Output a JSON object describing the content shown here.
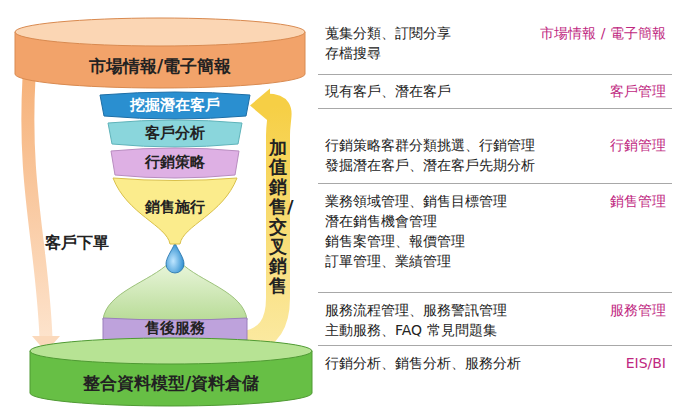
{
  "diagram": {
    "nodes": [
      {
        "text": [
          "市場情報/電子簡報"
        ]
      },
      {
        "text": [
          "挖掘潛在客戶"
        ]
      },
      {
        "text": [
          "客戶分析"
        ]
      },
      {
        "text": [
          "行銷策略"
        ]
      },
      {
        "text": [
          "銷售施行"
        ]
      },
      {
        "text": [
          "售後服務"
        ]
      },
      {
        "text": [
          "整合資料模型/資料倉儲"
        ]
      }
    ],
    "edges": [
      {
        "from": 0,
        "to": 6,
        "label": "客戶下單",
        "arrow": "to"
      },
      {
        "from": 6,
        "to": 1,
        "label": "加值銷售/交叉銷售",
        "arrow": "to"
      }
    ],
    "labels": [
      "蒐集分類、訂閱分享",
      "存檔搜尋",
      "市場情報 / 電子簡報",
      "現有客戶、潛在客戶",
      "客戶管理",
      "行銷策略客群分類挑選、行銷管理",
      "發掘潛在客戶、潛在客戶先期分析",
      "行銷管理",
      "業務領域管理、銷售目標管理",
      "潛在銷售機會管理",
      "銷售案管理、報價管理",
      "訂單管理、業績管理",
      "銷售管理",
      "服務流程管理、服務警訊管理",
      "主動服務、FAQ 常見問題集",
      "服務管理",
      "行銷分析、銷售分析、服務分析",
      "EIS/BI"
    ]
  }
}
